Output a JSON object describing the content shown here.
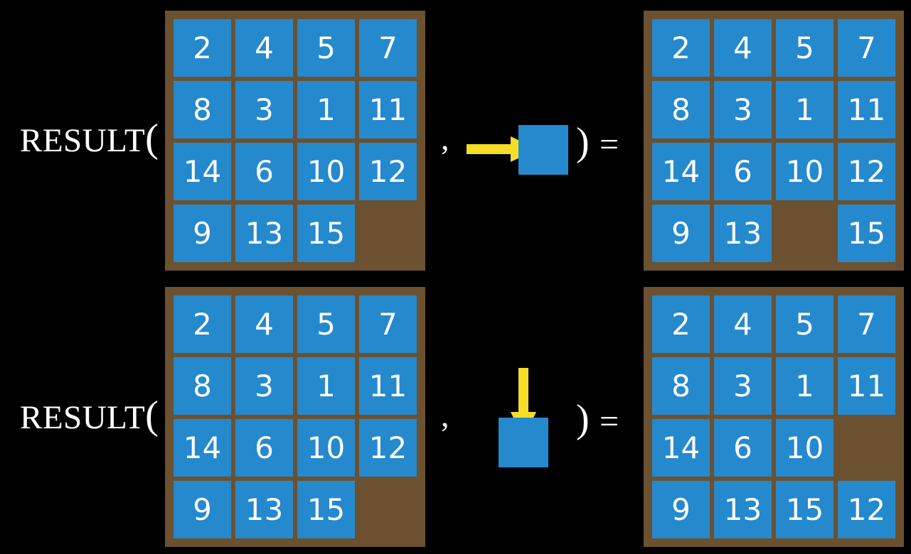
{
  "page": {
    "background_color": "#000000",
    "tile_color": "#2589ce",
    "board_color": "#6b5130",
    "arrow_color": "#f5dd28",
    "text_color": "#ffffff"
  },
  "rows": [
    {
      "id": "row-1",
      "label": "RESULT",
      "open_paren": "(",
      "comma": ",",
      "close_paren": ")",
      "equals": "=",
      "move": {
        "direction": "right",
        "arrow_icon": "arrow-right-icon",
        "square_label": ""
      },
      "input_board": {
        "name": "input-board-row-1",
        "rows": 4,
        "cols": 4,
        "cells": [
          [
            "2",
            "4",
            "5",
            "7"
          ],
          [
            "8",
            "3",
            "1",
            "11"
          ],
          [
            "14",
            "6",
            "10",
            "12"
          ],
          [
            "9",
            "13",
            "15",
            ""
          ]
        ]
      },
      "output_board": {
        "name": "output-board-row-1",
        "rows": 4,
        "cols": 4,
        "cells": [
          [
            "2",
            "4",
            "5",
            "7"
          ],
          [
            "8",
            "3",
            "1",
            "11"
          ],
          [
            "14",
            "6",
            "10",
            "12"
          ],
          [
            "9",
            "13",
            "",
            "15"
          ]
        ]
      }
    },
    {
      "id": "row-2",
      "label": "RESULT",
      "open_paren": "(",
      "comma": ",",
      "close_paren": ")",
      "equals": "=",
      "move": {
        "direction": "down",
        "arrow_icon": "arrow-down-icon",
        "square_label": ""
      },
      "input_board": {
        "name": "input-board-row-2",
        "rows": 4,
        "cols": 4,
        "cells": [
          [
            "2",
            "4",
            "5",
            "7"
          ],
          [
            "8",
            "3",
            "1",
            "11"
          ],
          [
            "14",
            "6",
            "10",
            "12"
          ],
          [
            "9",
            "13",
            "15",
            ""
          ]
        ]
      },
      "output_board": {
        "name": "output-board-row-2",
        "rows": 4,
        "cols": 4,
        "cells": [
          [
            "2",
            "4",
            "5",
            "7"
          ],
          [
            "8",
            "3",
            "1",
            "11"
          ],
          [
            "14",
            "6",
            "10",
            ""
          ],
          [
            "9",
            "13",
            "15",
            "12"
          ]
        ]
      }
    }
  ]
}
